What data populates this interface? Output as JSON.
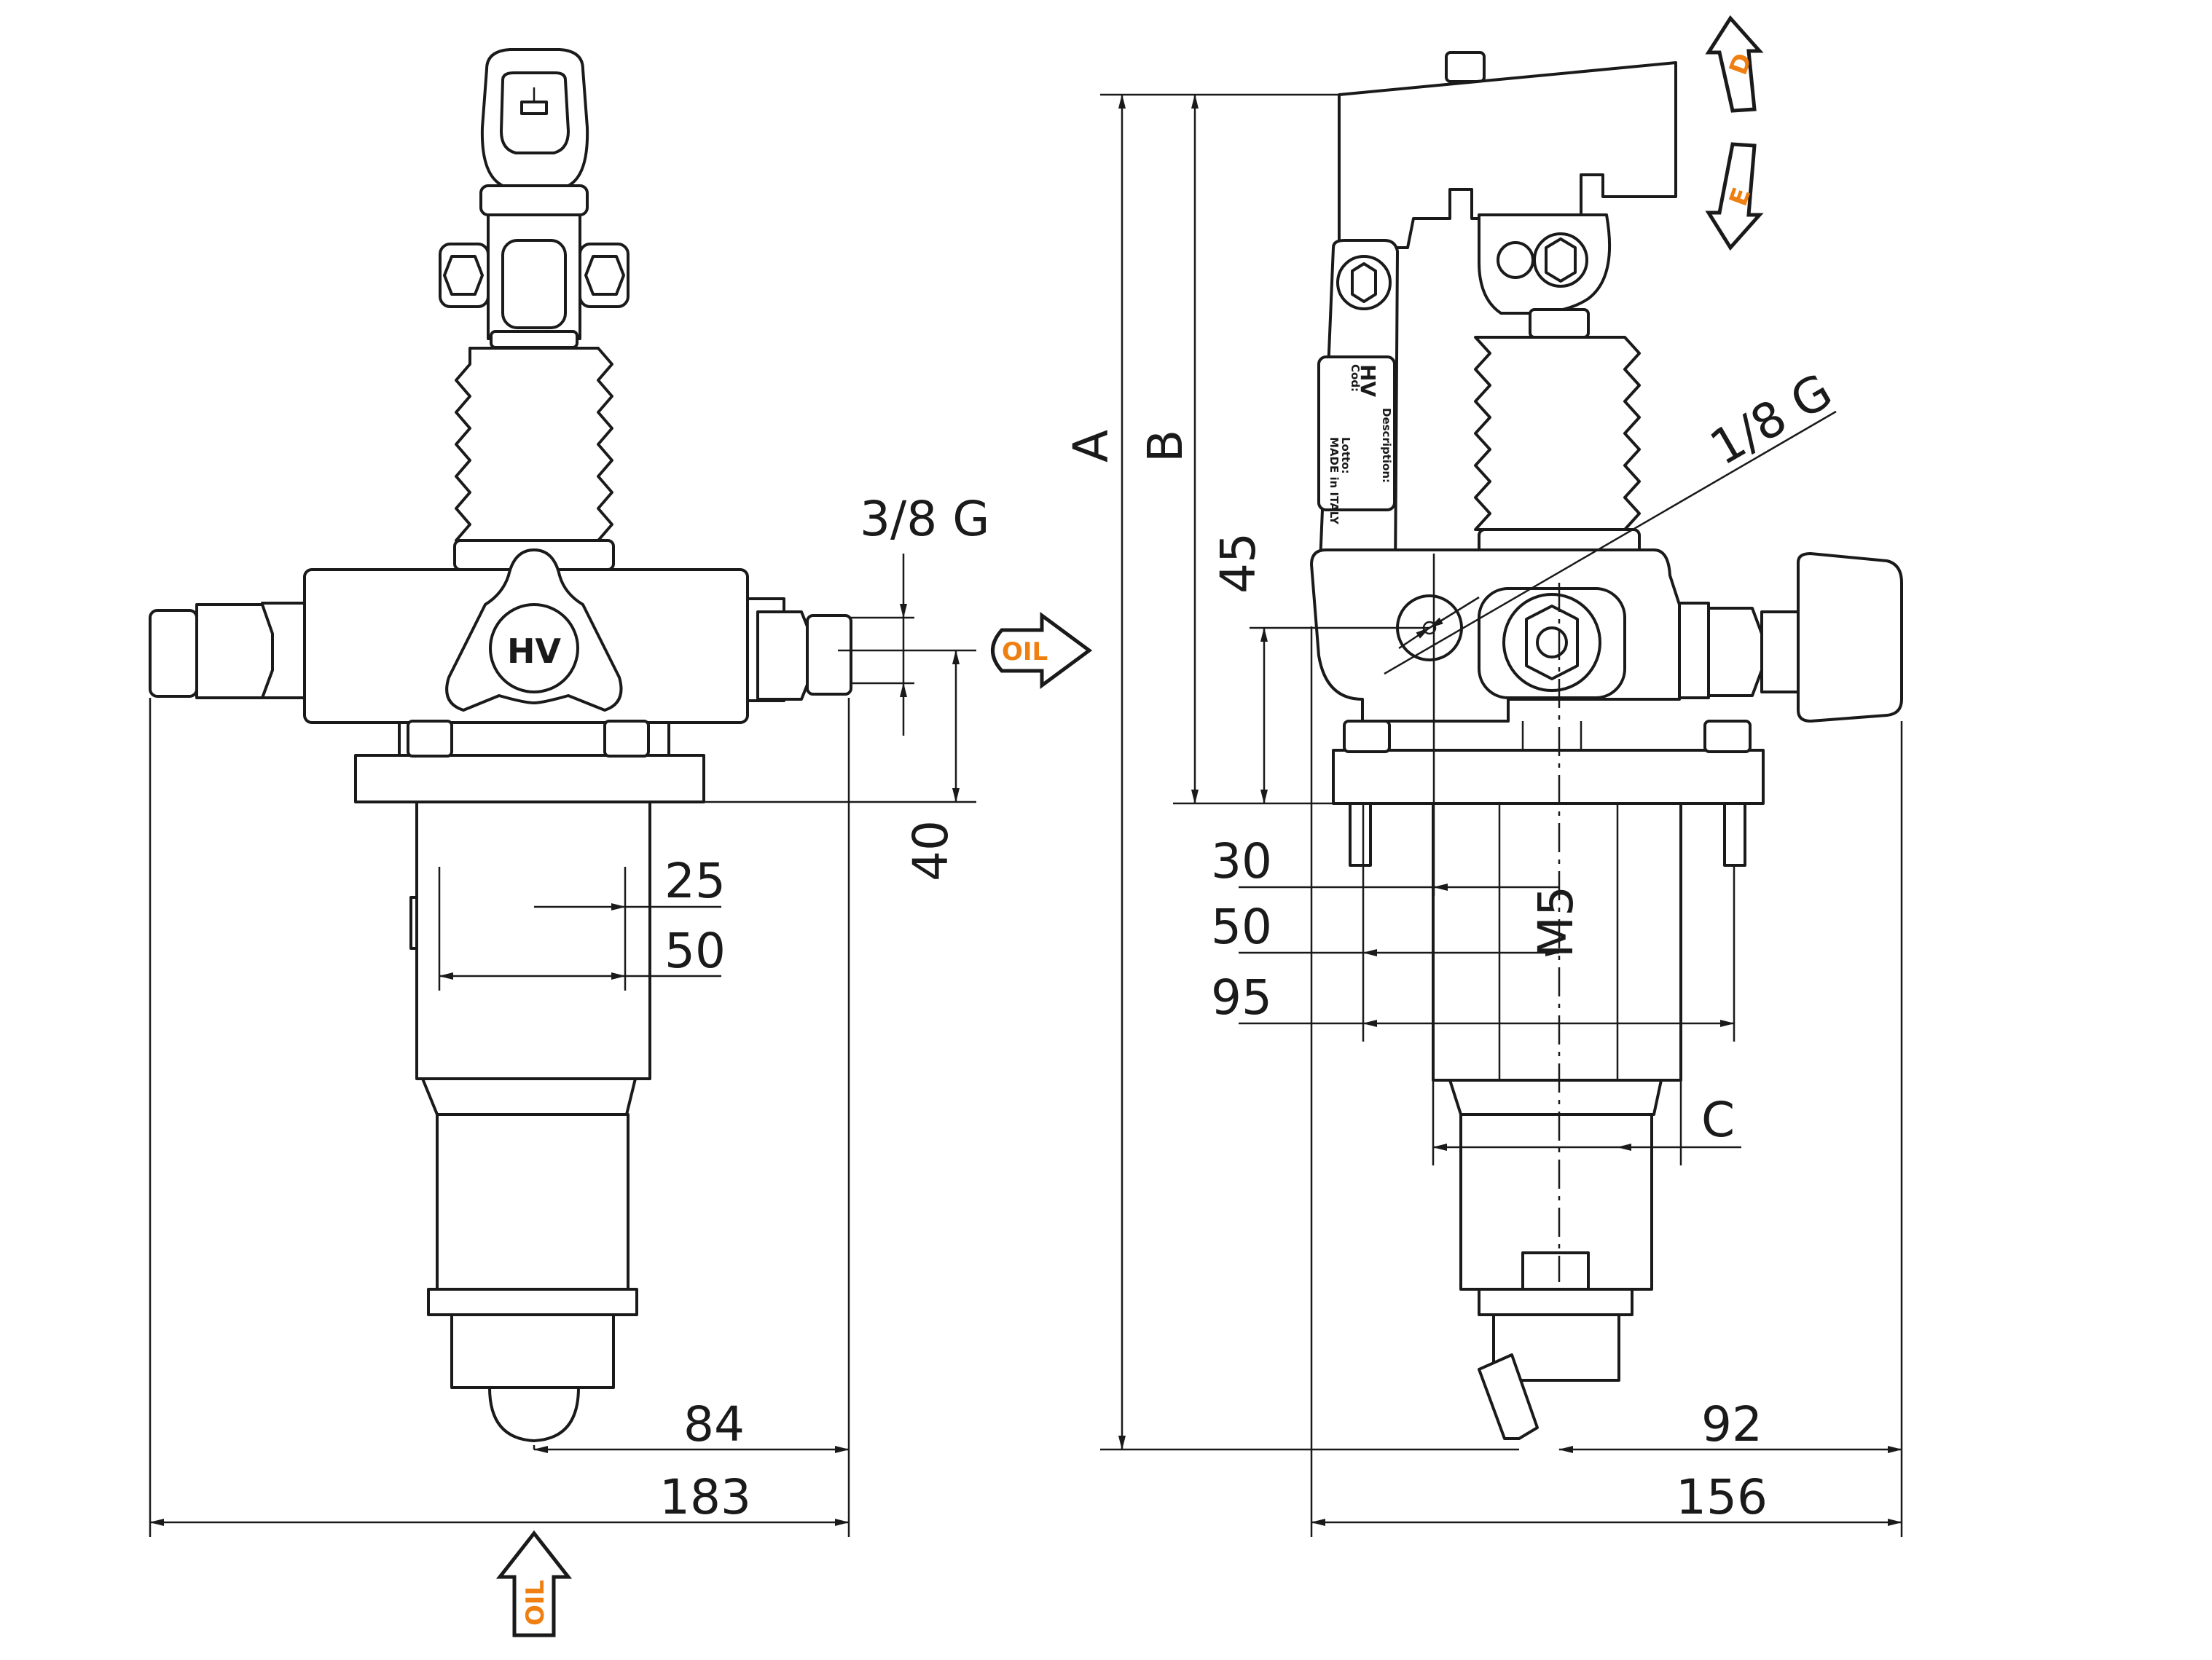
{
  "dimensions": {
    "thread_outlet": "3/8 G",
    "height_to_outlet": "40",
    "front_bolt_spacing_half": "25",
    "front_bolt_spacing": "50",
    "front_offset": "84",
    "front_overall_width": "183",
    "side_height_a": "A",
    "side_height_b": "B",
    "side_port_height": "45",
    "side_gauge_thread": "1/8 G",
    "side_hole_30": "30",
    "side_hole_50": "50",
    "side_hole_95": "95",
    "side_thread_m5": "M5",
    "side_diameter_c": "C",
    "side_offset": "92",
    "side_overall_width": "156"
  },
  "labels": {
    "oil_outlet": "OIL",
    "oil_inlet": "OIL",
    "lever_up": "D",
    "lever_down": "E",
    "logo": "HV"
  },
  "nameplate": {
    "description": "Description:",
    "code": "Cod:",
    "lotto": "Lotto:",
    "made_in": "MADE in ITALY"
  },
  "colors": {
    "line": "#1a1a1a",
    "accent_orange": "#f07f12",
    "background": "#ffffff"
  }
}
